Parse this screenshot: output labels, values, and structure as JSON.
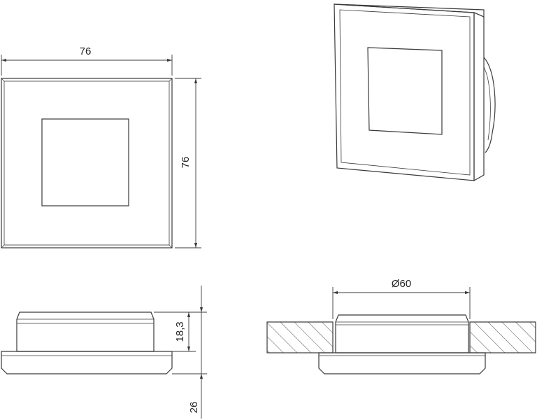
{
  "dimensions": {
    "front_width": "76",
    "front_height": "76",
    "side_height": "18,3",
    "side_depth": "26",
    "cutout_diameter": "Ø60"
  },
  "colors": {
    "line": "#3a3a3a",
    "background": "#ffffff"
  }
}
